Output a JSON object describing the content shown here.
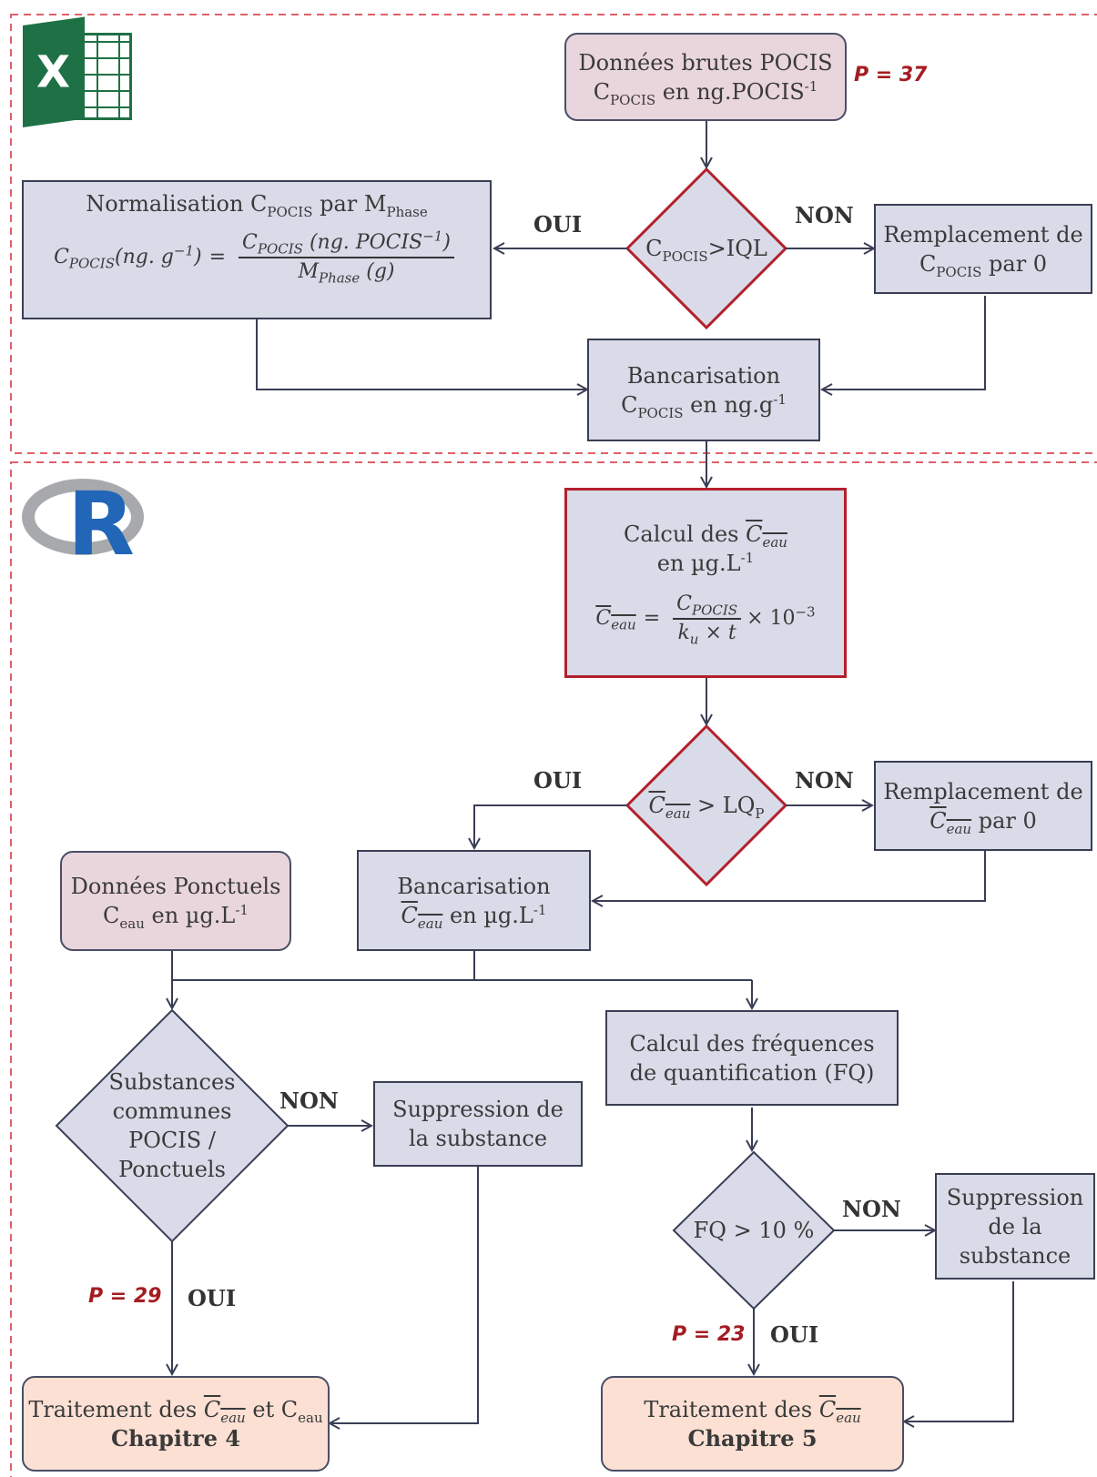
{
  "p_values": {
    "p37": "P = 37",
    "p29": "P = 29",
    "p23": "P = 23"
  },
  "labels": {
    "oui": "OUI",
    "non": "NON"
  },
  "excel_logo": {
    "letter": "X"
  },
  "r_logo": {
    "letter": "R"
  },
  "nodes": {
    "raw": {
      "line1": "Données brutes POCIS",
      "c": "C",
      "sub": "POCIS",
      "rest": " en ng.POCIS",
      "sup": "-1"
    },
    "diamond1": {
      "c": "C",
      "sub": "POCIS",
      "rest": ">IQL"
    },
    "normalisation": {
      "t1": "Normalisation C",
      "sub1": "POCIS",
      "t2": " par M",
      "sub2": "Phase",
      "eq_lhs": "C",
      "eq_lhs_sub": "POCIS",
      "eq_lhs_unit": "(ng. g",
      "eq_lhs_sup": "−1",
      "eq_lhs_close": ")",
      "eq_num": "C",
      "eq_num_sub": "POCIS",
      "eq_num_unit": " (ng. POCIS",
      "eq_num_sup": "−1",
      "eq_num_close": ")",
      "eq_den": "M",
      "eq_den_sub": "Phase",
      "eq_den_unit": " (g)"
    },
    "replace1": {
      "line1": "Remplacement de",
      "c": "C",
      "sub": "POCIS",
      "rest": " par 0"
    },
    "banc1": {
      "line1": "Bancarisation",
      "c": "C",
      "sub": "POCIS",
      "rest": " en ng.g",
      "sup": "-1"
    },
    "calcul": {
      "line1": "Calcul des ",
      "ceau": "C",
      "ceau_sub": "eau",
      "line2": "en µg.L",
      "sup": "-1",
      "num": "C",
      "num_sub": "POCIS",
      "den": "k",
      "den_sub": "u",
      "den_rest": " × t",
      "times": " ×  10",
      "exp": "−3"
    },
    "diamond2": {
      "ceau": "C",
      "ceau_sub": "eau",
      "rest": " > LQ",
      "sub": "P"
    },
    "replace2": {
      "line1": "Remplacement de",
      "ceau": "C",
      "ceau_sub": "eau",
      "rest": " par 0"
    },
    "ponctuels": {
      "line1": "Données Ponctuels",
      "c": "C",
      "sub": "eau",
      "rest": " en µg.L",
      "sup": "-1"
    },
    "banc2": {
      "line1": "Bancarisation",
      "ceau": "C",
      "ceau_sub": "eau",
      "rest": " en µg.L",
      "sup": "-1"
    },
    "diamond3": {
      "l1": "Substances",
      "l2": "communes",
      "l3": "POCIS /",
      "l4": "Ponctuels"
    },
    "suppr1": {
      "l1": "Suppression de",
      "l2": "la substance"
    },
    "fq": {
      "l1": "Calcul des fréquences",
      "l2": "de quantification (FQ)"
    },
    "diamond4": {
      "text": "FQ > 10 %"
    },
    "suppr2": {
      "l1": "Suppression",
      "l2": "de la",
      "l3": "substance"
    },
    "trait4": {
      "pre": "Traitement des ",
      "ceau": "C",
      "ceau_sub": "eau",
      "mid": " et C",
      "sub": "eau",
      "chap": "Chapitre 4"
    },
    "trait5": {
      "pre": "Traitement des ",
      "ceau": "C",
      "ceau_sub": "eau",
      "chap": "Chapitre 5"
    }
  },
  "colors": {
    "box": "#d9dbe8",
    "pink": "#e9d6dc",
    "peach": "#fbe0d3",
    "red": "#b3202d",
    "dashed": "#e0606a",
    "excel": "#1e7145",
    "r_blue": "#2266b8"
  }
}
